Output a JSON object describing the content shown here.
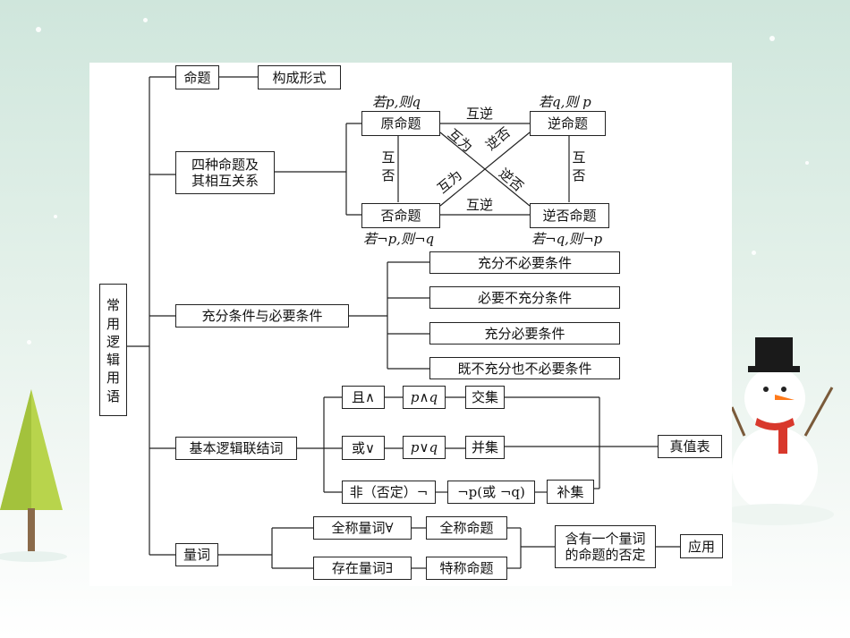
{
  "root": {
    "chars": [
      "常",
      "用",
      "逻",
      "辑",
      "用",
      "语"
    ]
  },
  "proposition": {
    "label": "命题",
    "form": "构成形式"
  },
  "four": {
    "label": "四种命题及其相互关系",
    "original": "原命题",
    "converse": "逆命题",
    "inverse": "否命题",
    "contrapositive": "逆否命题",
    "original_form": "若p,则q",
    "converse_form": "若q,则 p",
    "inverse_form": "若¬p,则¬q",
    "contra_form": "若¬q,则¬p",
    "rel_top": "互逆",
    "rel_bottom": "互逆",
    "rel_left": [
      "互",
      "否"
    ],
    "rel_right": [
      "互",
      "否"
    ],
    "diag_a1": "互为",
    "diag_a2": "逆否",
    "diag_b1": "互为",
    "diag_b2": "逆否"
  },
  "conditions": {
    "label": "充分条件与必要条件",
    "items": [
      "充分不必要条件",
      "必要不充分条件",
      "充分必要条件",
      "既不充分也不必要条件"
    ]
  },
  "connectives": {
    "label": "基本逻辑联结词",
    "and": "且∧",
    "and_expr": "p∧q",
    "and_set": "交集",
    "or": "或∨",
    "or_expr": "p∨q",
    "or_set": "并集",
    "not": "非（否定）¬",
    "not_expr": "¬p(或 ¬q)",
    "not_set": "补集",
    "truth_table": "真值表"
  },
  "quantifiers": {
    "label": "量词",
    "universal": "全称量词∀",
    "universal_prop": "全称命题",
    "existential": "存在量词∃",
    "existential_prop": "特称命题",
    "negation": "含有一个量词的命题的否定",
    "application": "应用"
  },
  "colors": {
    "line": "#222222",
    "box_border": "#222222",
    "background": "#dcece4"
  }
}
